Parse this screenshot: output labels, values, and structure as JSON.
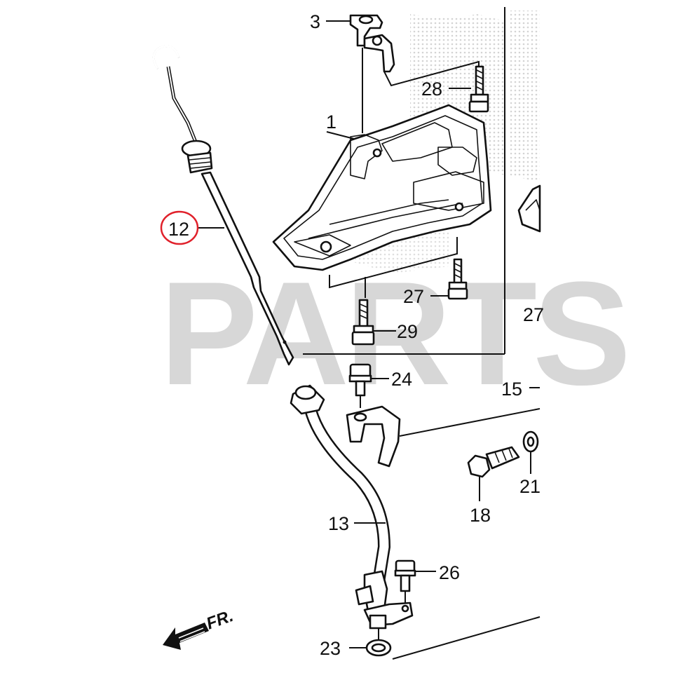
{
  "watermark": {
    "text": "PARTS"
  },
  "direction_arrow": {
    "label": "FR."
  },
  "highlighted_part": "12",
  "callouts": {
    "p3": "3",
    "p28": "28",
    "p1": "1",
    "p12": "12",
    "p27a": "27",
    "p27b": "27",
    "p29": "29",
    "p24": "24",
    "p15": "15",
    "p21": "21",
    "p18": "18",
    "p13": "13",
    "p26": "26",
    "p23": "23"
  },
  "colors": {
    "line": "#111111",
    "highlight_circle": "#e0202a",
    "watermark": "#d7d7d7",
    "dots": "#c9c9c9"
  }
}
